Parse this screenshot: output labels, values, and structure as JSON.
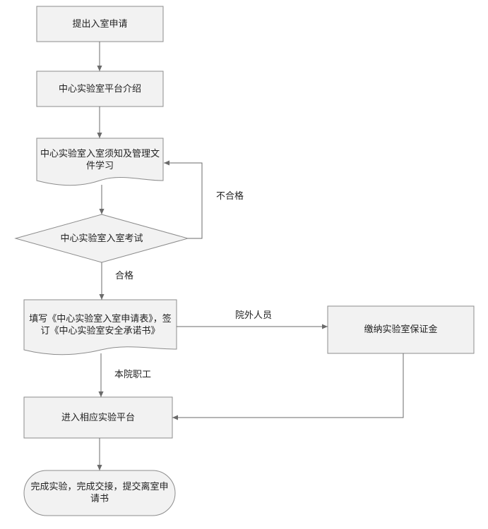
{
  "nodes": {
    "submit": {
      "label": "提出入室申请"
    },
    "intro": {
      "label": "中心实验室平台介绍"
    },
    "study": {
      "label": "中心实验室入室须知及管理文件学习"
    },
    "exam": {
      "label": "中心实验室入室考试"
    },
    "fill_form": {
      "label": "填写《中心实验室入室申请表》，签订《中心实验室安全承诺书》"
    },
    "deposit": {
      "label": "缴纳实验室保证金"
    },
    "enter": {
      "label": "进入相应实验平台"
    },
    "finish": {
      "label": "完成实验，完成交接，提交离室申请书"
    }
  },
  "edges": {
    "fail": {
      "label": "不合格"
    },
    "pass": {
      "label": "合格"
    },
    "external": {
      "label": "院外人员"
    },
    "internal": {
      "label": "本院职工"
    }
  },
  "colors": {
    "node_fill": "#f2f2f2",
    "node_stroke": "#8c8c8c",
    "connector": "#6b6b6b"
  }
}
